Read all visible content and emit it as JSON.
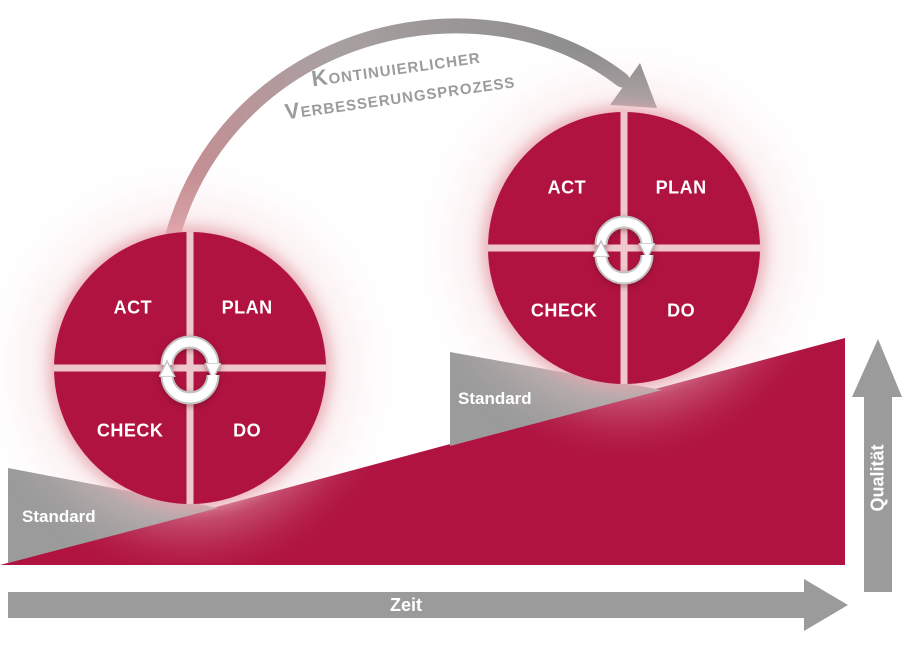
{
  "header_arrow": {
    "line1": "Kontinuierlicher",
    "line2": "Verbesserungsprozess"
  },
  "cycles": {
    "left": {
      "act": "ACT",
      "plan": "PLAN",
      "check": "CHECK",
      "do": "DO"
    },
    "right": {
      "act": "ACT",
      "plan": "PLAN",
      "check": "CHECK",
      "do": "DO"
    }
  },
  "standard_left": "Standard",
  "standard_right": "Standard",
  "axes": {
    "x": "Zeit",
    "y": "Qualität"
  },
  "colors": {
    "crimson": "#b01340",
    "divider_pink": "#eec8cd",
    "axis_gray": "#9b9b9b",
    "arrow_head_gray": "#8d8d8d",
    "arrow_tail_pink": "#c98b90",
    "label_gray": "#9b9b9b",
    "white": "#ffffff"
  }
}
